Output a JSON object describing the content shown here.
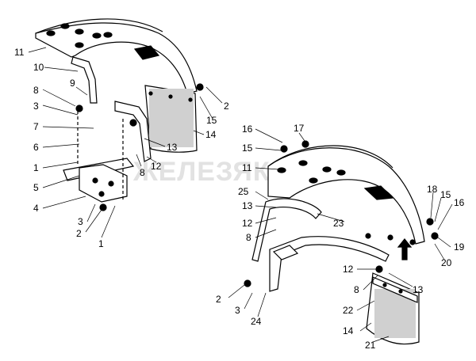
{
  "watermark": "ЖЕЛЕЗЯКА",
  "left_assembly": {
    "callouts": [
      "11",
      "10",
      "9",
      "8",
      "3",
      "7",
      "6",
      "1",
      "5",
      "4",
      "3",
      "2",
      "1",
      "2",
      "15",
      "14",
      "13",
      "12",
      "8"
    ]
  },
  "right_assembly": {
    "callouts": [
      "16",
      "17",
      "15",
      "11",
      "25",
      "13",
      "12",
      "8",
      "23",
      "18",
      "15",
      "16",
      "19",
      "20",
      "12",
      "8",
      "13",
      "22",
      "14",
      "21",
      "2",
      "3",
      "24"
    ]
  }
}
